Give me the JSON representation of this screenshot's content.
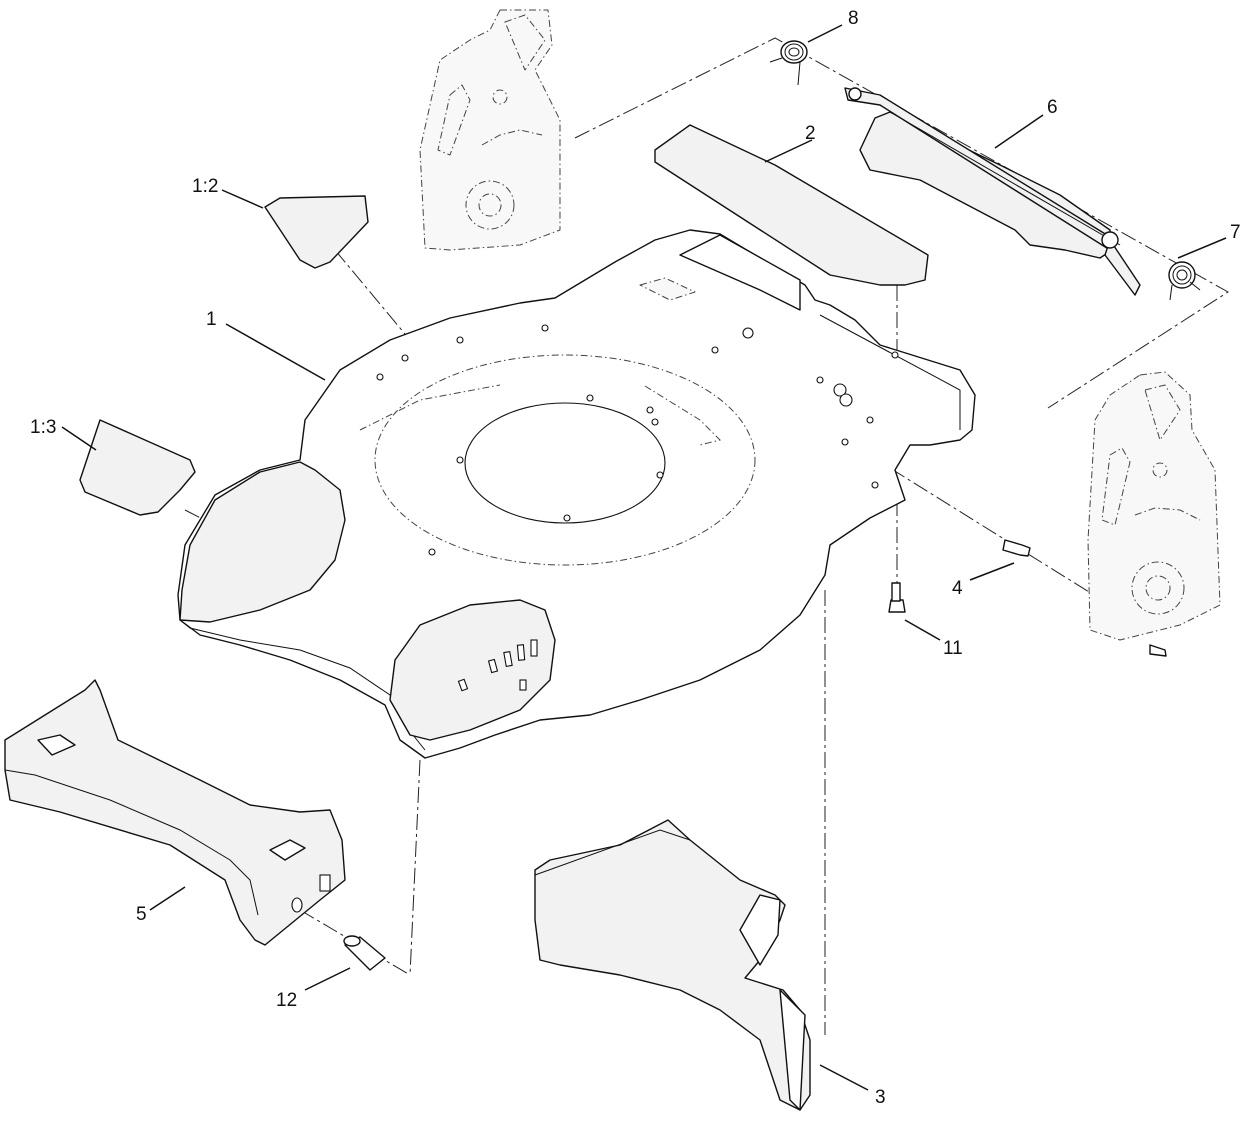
{
  "diagram": {
    "callouts": {
      "c1": "1",
      "c1_2": "1:2",
      "c1_3": "1:3",
      "c2": "2",
      "c3": "3",
      "c4": "4",
      "c5": "5",
      "c6": "6",
      "c7": "7",
      "c8": "8",
      "c11": "11",
      "c12": "12"
    }
  }
}
